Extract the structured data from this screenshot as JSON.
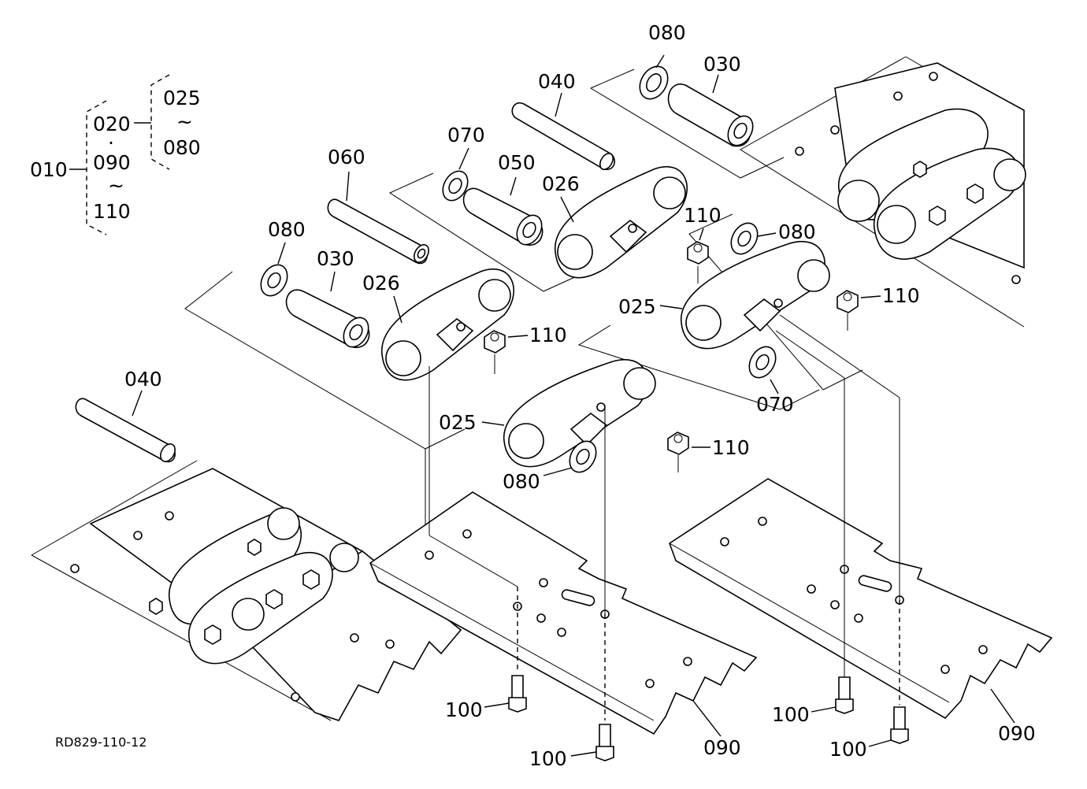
{
  "legend": {
    "root": "010",
    "group_a": "020",
    "dot": "·",
    "group_b_start": "090",
    "tilde": "~",
    "group_b_end": "110",
    "sub_start": "025",
    "sub_end": "080"
  },
  "labels": {
    "p080_top": "080",
    "p030_top": "030",
    "p040_top": "040",
    "p070_top": "070",
    "p050": "050",
    "p026_upper": "026",
    "p060": "060",
    "p080_left": "080",
    "p030_left": "030",
    "p026_left": "026",
    "p110_a": "110",
    "p080_right": "080",
    "p110_b": "110",
    "p025_right": "025",
    "p110_c": "110",
    "p070_right": "070",
    "p040_left": "040",
    "p025_mid": "025",
    "p110_d": "110",
    "p080_mid": "080",
    "p100_a": "100",
    "p100_b": "100",
    "p100_c": "100",
    "p100_d": "100",
    "p090_mid": "090",
    "p090_right": "090"
  },
  "diagram_code": "RD829-110-12"
}
